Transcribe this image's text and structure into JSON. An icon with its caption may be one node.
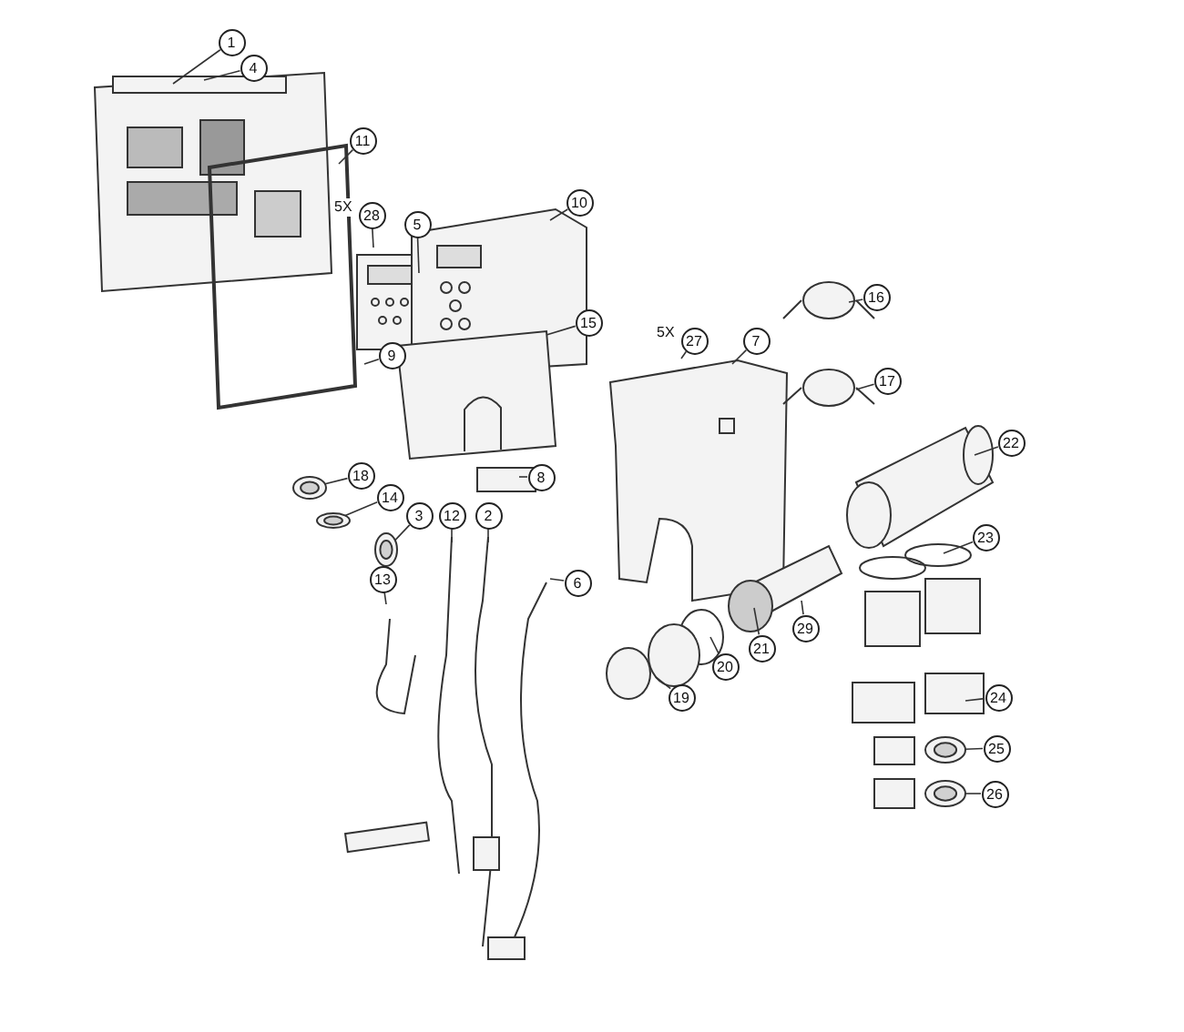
{
  "diagram": {
    "nodes": [
      {
        "text": [
          "1"
        ]
      },
      {
        "text": [
          "4"
        ]
      },
      {
        "text": [
          "11"
        ]
      },
      {
        "text": [
          "28"
        ],
        "beside": [
          "5X"
        ]
      },
      {
        "text": [
          "5"
        ]
      },
      {
        "text": [
          "10"
        ]
      },
      {
        "text": [
          "9"
        ]
      },
      {
        "text": [
          "15"
        ]
      },
      {
        "text": [
          "16"
        ]
      },
      {
        "text": [
          "7"
        ]
      },
      {
        "text": [
          "27"
        ],
        "beside": [
          "5X"
        ]
      },
      {
        "text": [
          "17"
        ]
      },
      {
        "text": [
          "22"
        ]
      },
      {
        "text": [
          "18"
        ]
      },
      {
        "text": [
          "14"
        ]
      },
      {
        "text": [
          "8"
        ]
      },
      {
        "text": [
          "3"
        ]
      },
      {
        "text": [
          "12"
        ]
      },
      {
        "text": [
          "2"
        ]
      },
      {
        "text": [
          "23"
        ]
      },
      {
        "text": [
          "13"
        ]
      },
      {
        "text": [
          "6"
        ]
      },
      {
        "text": [
          "29"
        ]
      },
      {
        "text": [
          "21"
        ]
      },
      {
        "text": [
          "20"
        ]
      },
      {
        "text": [
          "19"
        ]
      },
      {
        "text": [
          "24"
        ]
      },
      {
        "text": [
          "25"
        ]
      },
      {
        "text": [
          "26"
        ]
      },
      {
        "text": [],
        "shape": "picture"
      },
      {
        "text": [],
        "shape": "picture"
      },
      {
        "text": [],
        "shape": "picture"
      },
      {
        "text": [],
        "shape": "picture"
      },
      {
        "text": [],
        "shape": "picture"
      }
    ],
    "edges": [
      {
        "from": 0,
        "to": null,
        "arrow": "none"
      },
      {
        "from": 1,
        "to": null,
        "arrow": "none"
      },
      {
        "from": 2,
        "to": null,
        "arrow": "none"
      },
      {
        "from": 3,
        "to": null,
        "arrow": "none"
      },
      {
        "from": 4,
        "to": null,
        "arrow": "none"
      },
      {
        "from": 5,
        "to": null,
        "arrow": "none"
      },
      {
        "from": 6,
        "to": null,
        "arrow": "none"
      },
      {
        "from": 7,
        "to": null,
        "arrow": "none"
      },
      {
        "from": 8,
        "to": null,
        "arrow": "none"
      },
      {
        "from": 9,
        "to": null,
        "arrow": "none"
      },
      {
        "from": 10,
        "to": null,
        "arrow": "none"
      },
      {
        "from": 11,
        "to": null,
        "arrow": "none"
      },
      {
        "from": 12,
        "to": null,
        "arrow": "none"
      },
      {
        "from": 13,
        "to": 29,
        "arrow": "none"
      },
      {
        "from": 14,
        "to": 30,
        "arrow": "none"
      },
      {
        "from": 15,
        "to": null,
        "arrow": "none"
      },
      {
        "from": 16,
        "to": 31,
        "arrow": "none"
      },
      {
        "from": 17,
        "to": null,
        "arrow": "none"
      },
      {
        "from": 18,
        "to": null,
        "arrow": "none"
      },
      {
        "from": 19,
        "to": null,
        "arrow": "none"
      },
      {
        "from": 20,
        "to": null,
        "arrow": "none"
      },
      {
        "from": 21,
        "to": null,
        "arrow": "none"
      },
      {
        "from": 22,
        "to": null,
        "arrow": "none"
      },
      {
        "from": 23,
        "to": null,
        "arrow": "none"
      },
      {
        "from": 24,
        "to": null,
        "arrow": "none"
      },
      {
        "from": 25,
        "to": null,
        "arrow": "none"
      },
      {
        "from": 26,
        "to": null,
        "arrow": "none"
      },
      {
        "from": 27,
        "to": 32,
        "arrow": "none"
      },
      {
        "from": 28,
        "to": 33,
        "arrow": "none"
      }
    ]
  }
}
